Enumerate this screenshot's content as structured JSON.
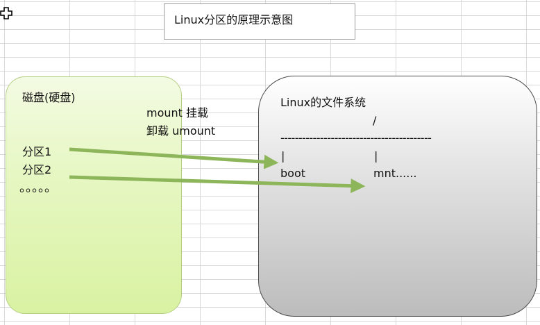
{
  "title": "Linux分区的原理示意图",
  "disk": {
    "title": "磁盘(硬盘)",
    "partition1": "分区1",
    "partition2": "分区2",
    "more": "。。。。。"
  },
  "operations": {
    "mount": "mount 挂载",
    "umount": "卸载 umount"
  },
  "filesystem": {
    "title": "Linux的文件系统",
    "root": "/",
    "separator": "------------------------------------------",
    "branch_left": "|",
    "branch_right": "|",
    "boot": "boot",
    "mnt": "mnt......"
  },
  "colors": {
    "arrow": "#8db65a",
    "disk_fill": "#e1f5b6",
    "disk_border": "#b6cf86",
    "fs_border": "#4a4a4a"
  }
}
